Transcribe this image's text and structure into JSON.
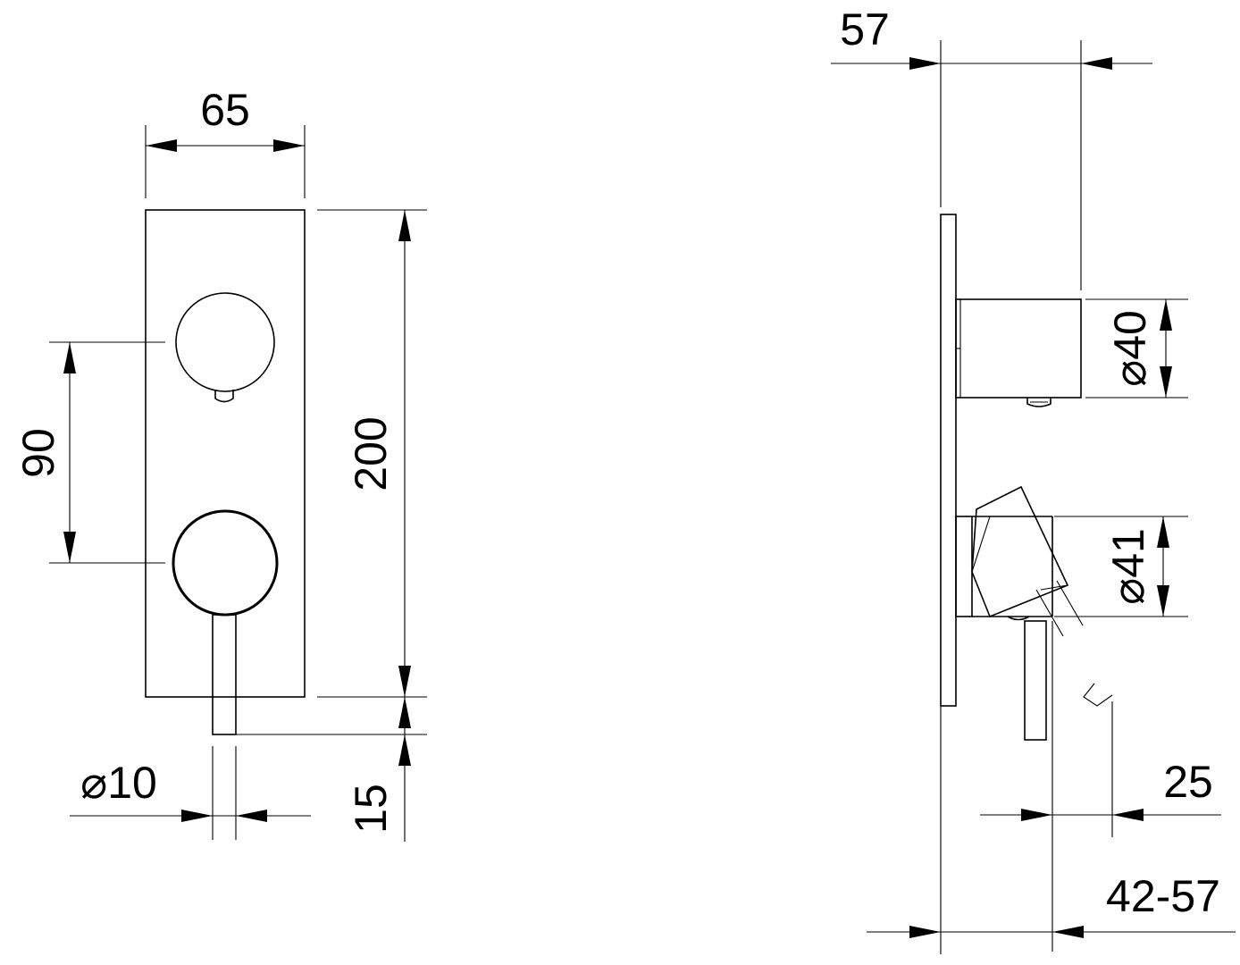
{
  "front_view": {
    "width_label": "65",
    "height_label": "200",
    "spacing_label": "90",
    "lever_diameter_label": "⌀10",
    "lever_overhang_label": "15"
  },
  "side_view": {
    "depth_label": "57",
    "upper_knob_diameter_label": "⌀40",
    "lower_knob_diameter_label": "⌀41",
    "lever_depth_label": "25",
    "adjust_range_label": "42-57"
  },
  "colors": {
    "line": "#000000",
    "background": "#ffffff"
  }
}
